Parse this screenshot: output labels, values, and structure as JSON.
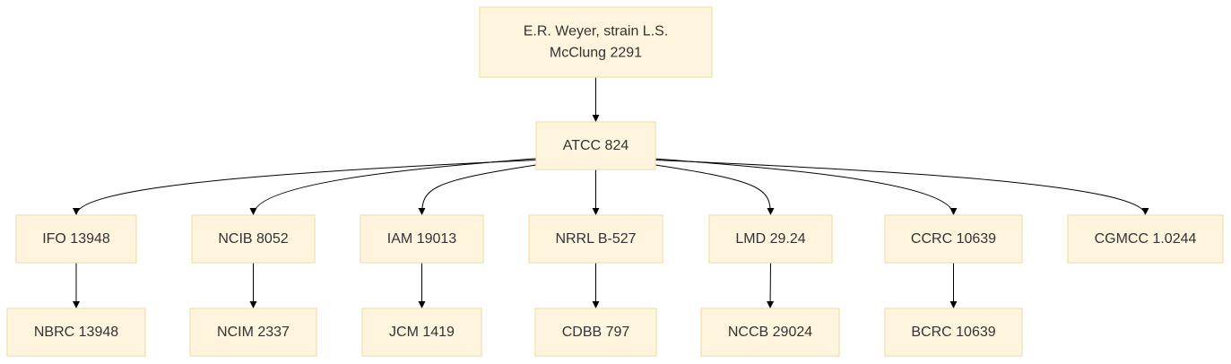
{
  "diagram": {
    "nodes": [
      {
        "id": "root",
        "lines": [
          "E.R. Weyer, strain L.S.",
          "McClung 2291"
        ]
      },
      {
        "id": "atcc",
        "lines": [
          "ATCC 824"
        ]
      },
      {
        "id": "ifo",
        "lines": [
          "IFO 13948"
        ]
      },
      {
        "id": "ncib",
        "lines": [
          "NCIB 8052"
        ]
      },
      {
        "id": "iam",
        "lines": [
          "IAM 19013"
        ]
      },
      {
        "id": "nrrl",
        "lines": [
          "NRRL B-527"
        ]
      },
      {
        "id": "lmd",
        "lines": [
          "LMD 29.24"
        ]
      },
      {
        "id": "ccrc",
        "lines": [
          "CCRC 10639"
        ]
      },
      {
        "id": "cgmcc",
        "lines": [
          "CGMCC 1.0244"
        ]
      },
      {
        "id": "nbrc",
        "lines": [
          "NBRC 13948"
        ]
      },
      {
        "id": "ncim",
        "lines": [
          "NCIM 2337"
        ]
      },
      {
        "id": "jcm",
        "lines": [
          "JCM 1419"
        ]
      },
      {
        "id": "cdbb",
        "lines": [
          "CDBB 797"
        ]
      },
      {
        "id": "nccb",
        "lines": [
          "NCCB 29024"
        ]
      },
      {
        "id": "bcrc",
        "lines": [
          "BCRC 10639"
        ]
      }
    ],
    "edges": [
      [
        "root",
        "atcc"
      ],
      [
        "atcc",
        "ifo"
      ],
      [
        "atcc",
        "ncib"
      ],
      [
        "atcc",
        "iam"
      ],
      [
        "atcc",
        "nrrl"
      ],
      [
        "atcc",
        "lmd"
      ],
      [
        "atcc",
        "ccrc"
      ],
      [
        "atcc",
        "cgmcc"
      ],
      [
        "ifo",
        "nbrc"
      ],
      [
        "ncib",
        "ncim"
      ],
      [
        "iam",
        "jcm"
      ],
      [
        "nrrl",
        "cdbb"
      ],
      [
        "lmd",
        "nccb"
      ],
      [
        "ccrc",
        "bcrc"
      ]
    ]
  }
}
